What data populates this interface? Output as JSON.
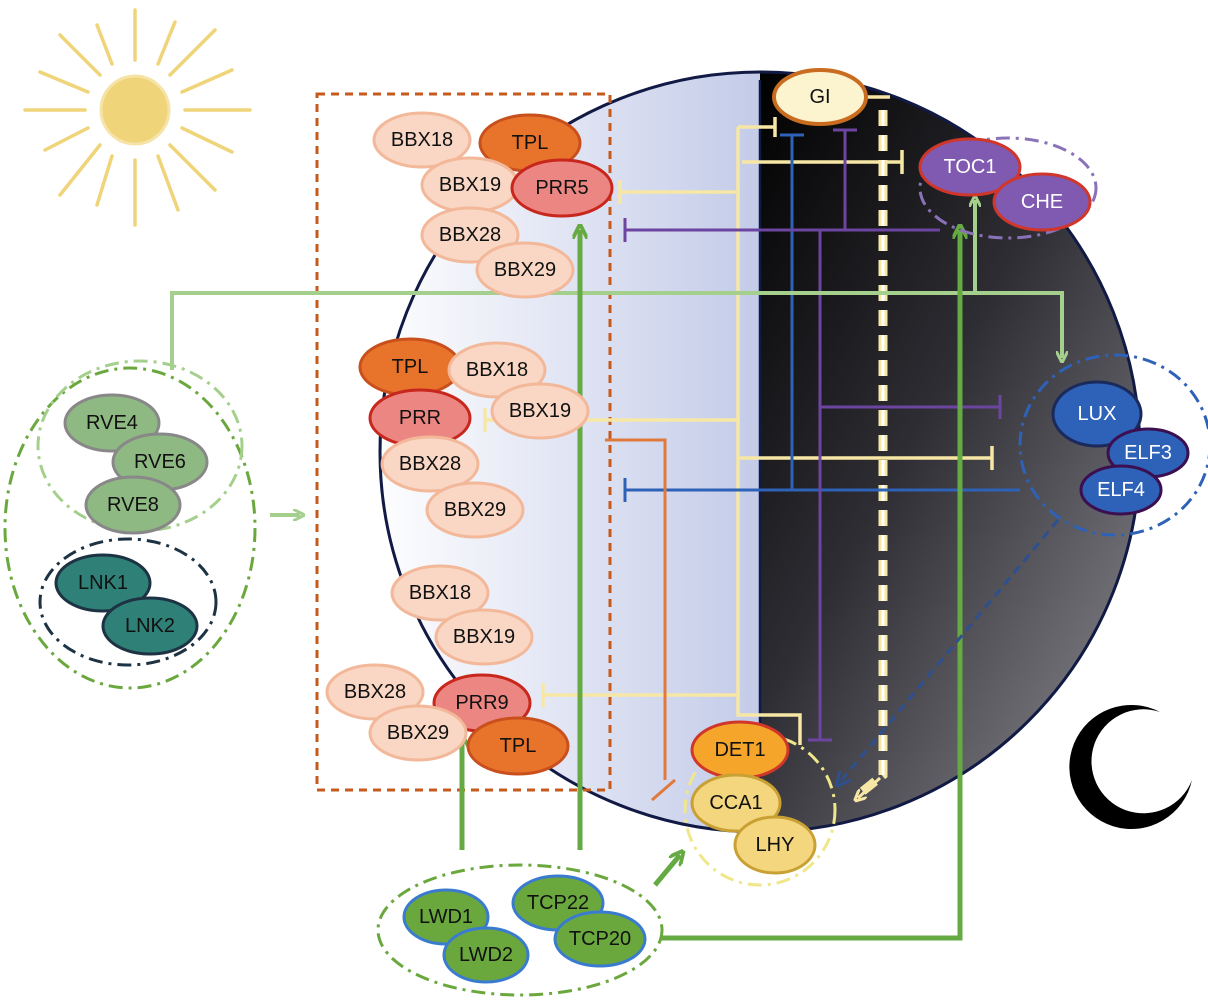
{
  "diagram": {
    "day_group_1": [
      "BBX18",
      "TPL",
      "BBX19",
      "PRR5",
      "BBX28",
      "BBX29"
    ],
    "day_group_2": [
      "TPL",
      "BBX18",
      "PRR",
      "BBX19",
      "BBX28",
      "BBX29"
    ],
    "day_group_3": [
      "BBX18",
      "BBX19",
      "BBX28",
      "PRR9",
      "BBX29",
      "TPL"
    ],
    "rve_group": [
      "RVE4",
      "RVE6",
      "RVE8"
    ],
    "lnk_group": [
      "LNK1",
      "LNK2"
    ],
    "gi": "GI",
    "toc_group": [
      "TOC1",
      "CHE"
    ],
    "ec_group": [
      "LUX",
      "ELF3",
      "ELF4"
    ],
    "morning_group": [
      "DET1",
      "CCA1",
      "LHY"
    ],
    "bottom_group": [
      "LWD1",
      "TCP22",
      "LWD2",
      "TCP20"
    ]
  },
  "colors": {
    "bbx_fill": "#f9d7c4",
    "prr_fill": "#ec8682",
    "tpl_fill": "#e8742c",
    "rve_fill": "#8fb983",
    "lnk_fill": "#2f8178",
    "toc_fill": "#8059b0",
    "ec_fill": "#2e62b8",
    "cca_fill": "#f3d67d",
    "det_fill": "#f5a62a",
    "lwd_fill": "#6aa83e",
    "green_arrow": "#66aa44",
    "light_green_arrow": "#a5cf8c",
    "yellow_line": "#f7e7a5",
    "purple_line": "#6c45a0",
    "blue_line": "#2e62b8",
    "orange_line": "#e07a3c",
    "sun": "#f0d47a"
  },
  "icons": [
    "sun-icon",
    "moon-icon"
  ]
}
